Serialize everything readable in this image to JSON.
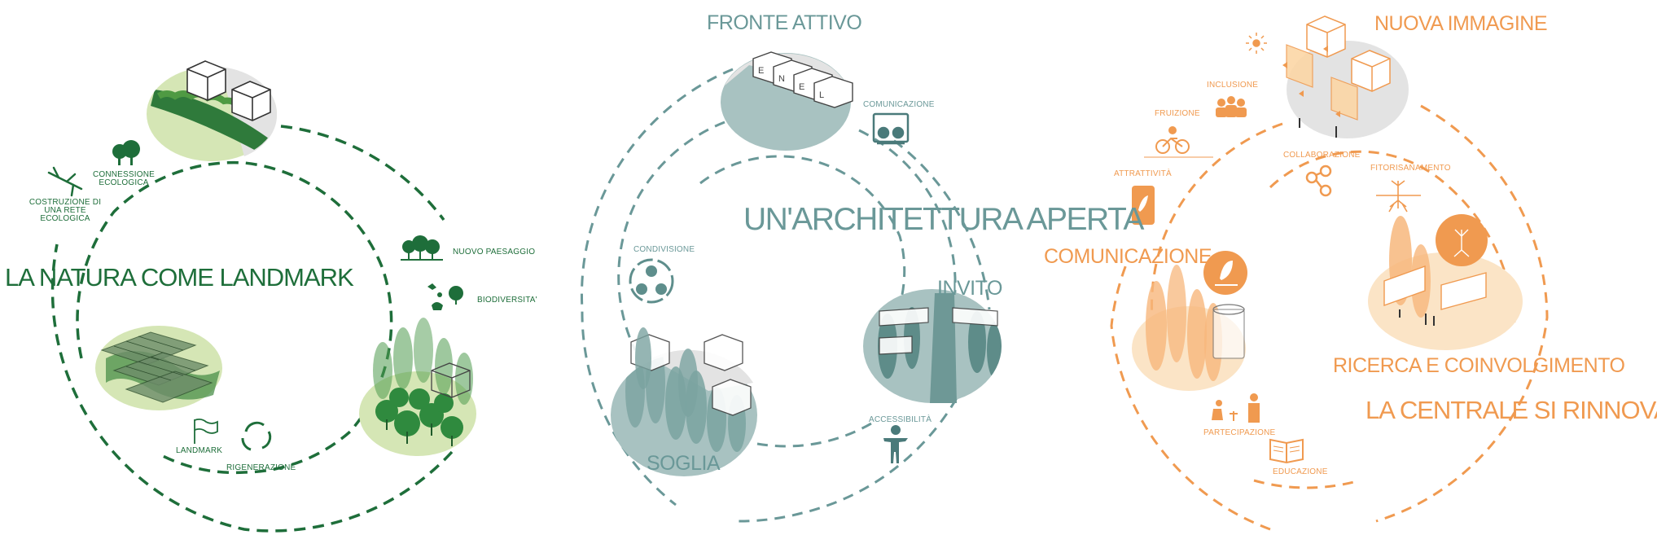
{
  "colors": {
    "green": "#1e6e3a",
    "light_green": "#d5e6b5",
    "teal": "#6a9898",
    "light_teal": "#a8c2c1",
    "orange": "#f09a50",
    "light_orange": "#fbe4c6",
    "grey": "#e3e3e3"
  },
  "left": {
    "title": "LA NATURA COME LANDMARK",
    "labels": {
      "connessione": "CONNESSIONE ECOLOGICA",
      "costruzione": "COSTRUZIONE DI UNA RETE ECOLOGICA",
      "nuovo_paesaggio": "NUOVO PAESAGGIO",
      "biodiversita": "BIODIVERSITA'",
      "landmark": "LANDMARK",
      "rigenerazione": "RIGENERAZIONE"
    },
    "icons": [
      "trees-icon",
      "branch-icon",
      "tree-row-icon",
      "animals-icon",
      "flag-icon",
      "recycle-icon"
    ]
  },
  "center": {
    "title": "UN'ARCHITETTURA APERTA",
    "fronte": "FRONTE ATTIVO",
    "invito": "INVITO",
    "soglia": "SOGLIA",
    "labels": {
      "comunicazione": "COMUNICAZIONE",
      "condivisione": "CONDIVISIONE",
      "accessibilita": "ACCESSIBILITÀ"
    },
    "enel_letters": [
      "E",
      "N",
      "E",
      "L"
    ],
    "icons": [
      "screen-audience-icon",
      "people-cycle-icon",
      "person-icon"
    ]
  },
  "right": {
    "title": "LA CENTRALE SI RINNOVA",
    "nuova_immagine": "NUOVA IMMAGINE",
    "comunicazione": "COMUNICAZIONE",
    "ricerca": "RICERCA E COINVOLGIMENTO",
    "labels": {
      "inclusione": "INCLUSIONE",
      "fruizione": "FRUIZIONE",
      "attrattivita": "ATTRATTIVITÀ",
      "collaborazione": "COLLABORAZIONE",
      "fitorisanamento": "FITORISANAMENTO",
      "partecipazione": "PARTECIPAZIONE",
      "educazione": "EDUCAZIONE"
    },
    "icons": [
      "sun-icon",
      "group-icon",
      "bicycle-icon",
      "phone-icon",
      "network-icon",
      "roots-icon",
      "planting-icon",
      "book-icon"
    ]
  }
}
